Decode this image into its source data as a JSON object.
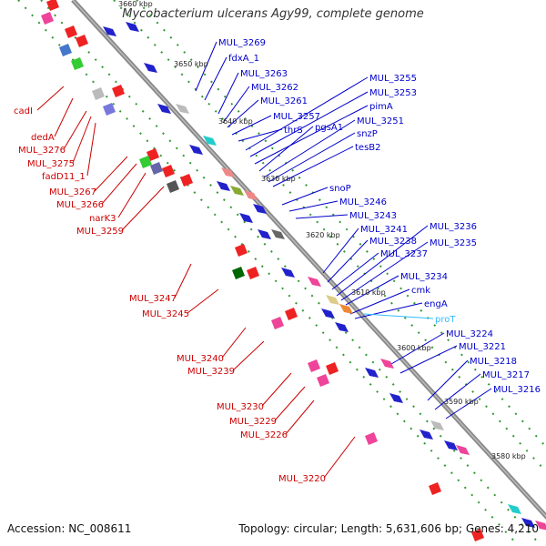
{
  "title": "Mycobacterium ulcerans Agy99, complete genome",
  "footer": {
    "accession": "Accession: NC_008611",
    "summary": "Topology: circular; Length: 5,631,606 bp; Genes: 4,210"
  },
  "scale_labels": [
    "3660 kbp",
    "3650 kbp",
    "3640 kbp",
    "3630 kbp",
    "3620 kbp",
    "3610 kbp",
    "3600 kbp",
    "3590 kbp",
    "3580 kbp"
  ],
  "colors": {
    "forward_label": "#cc0000",
    "reverse_label": "#0000cc",
    "rna_label": "#33bbff",
    "backbone": "#777777",
    "ticks": "#339933"
  },
  "labels_left": [
    "cadI",
    "dedA",
    "MUL_3276",
    "MUL_3275",
    "fadD11_1",
    "MUL_3267",
    "MUL_3266",
    "narK3",
    "MUL_3259",
    "MUL_3247",
    "MUL_3245",
    "MUL_3240",
    "MUL_3239",
    "MUL_3230",
    "MUL_3229",
    "MUL_3226",
    "MUL_3220"
  ],
  "labels_right": [
    "MUL_3269",
    "fdxA_1",
    "MUL_3263",
    "MUL_3262",
    "MUL_3261",
    "MUL_3257",
    "thrS",
    "MUL_3255",
    "MUL_3253",
    "pimA",
    "pgsA1",
    "MUL_3251",
    "snzP",
    "tesB2",
    "snoP",
    "MUL_3246",
    "MUL_3243",
    "MUL_3241",
    "MUL_3238",
    "MUL_3237",
    "MUL_3236",
    "MUL_3235",
    "MUL_3234",
    "cmk",
    "engA",
    "proT",
    "MUL_3224",
    "MUL_3221",
    "MUL_3218",
    "MUL_3217",
    "MUL_3216"
  ]
}
